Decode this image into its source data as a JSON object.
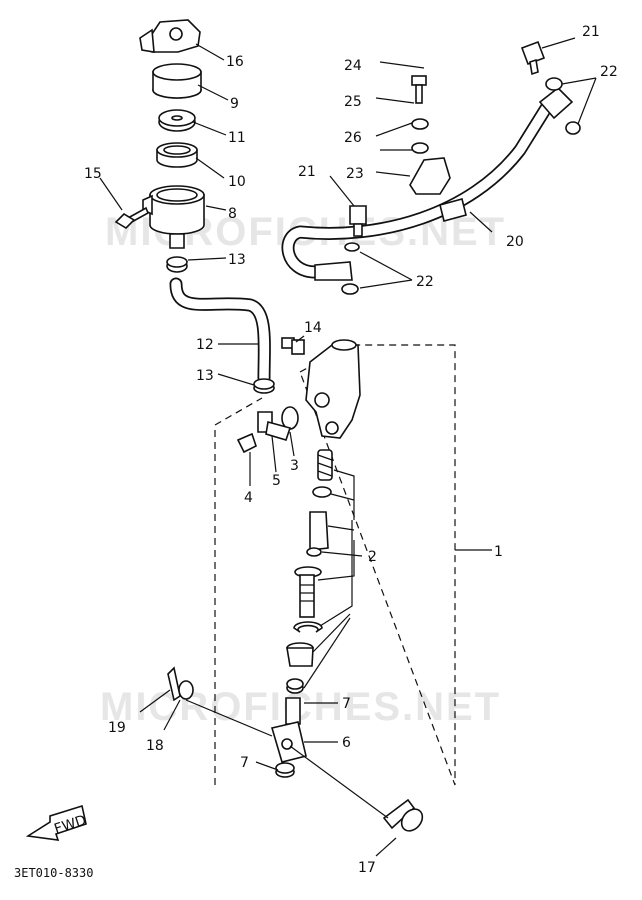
{
  "watermark": "MICROFICHES.NET",
  "diagram_code": "3ET010-8330",
  "fwd_label": "FWD",
  "callouts": [
    "1",
    "2",
    "3",
    "4",
    "5",
    "6",
    "7",
    "7",
    "8",
    "9",
    "10",
    "11",
    "12",
    "13",
    "13",
    "14",
    "15",
    "16",
    "17",
    "18",
    "19",
    "20",
    "21",
    "21",
    "22",
    "22",
    "23",
    "24",
    "25",
    "26"
  ]
}
